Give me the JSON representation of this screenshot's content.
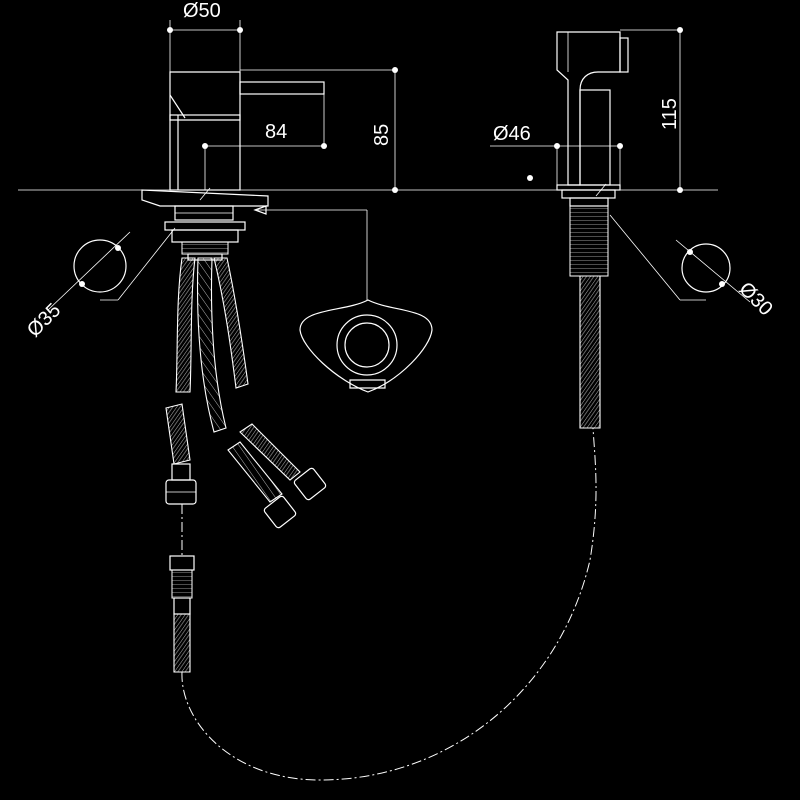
{
  "dimensions": {
    "mixer_diameter": "Ø50",
    "spout_length": "84",
    "mixer_height": "85",
    "hole_diameter_left": "Ø35",
    "handset_diameter": "Ø46",
    "handset_height": "115",
    "hole_diameter_right": "Ø30"
  }
}
